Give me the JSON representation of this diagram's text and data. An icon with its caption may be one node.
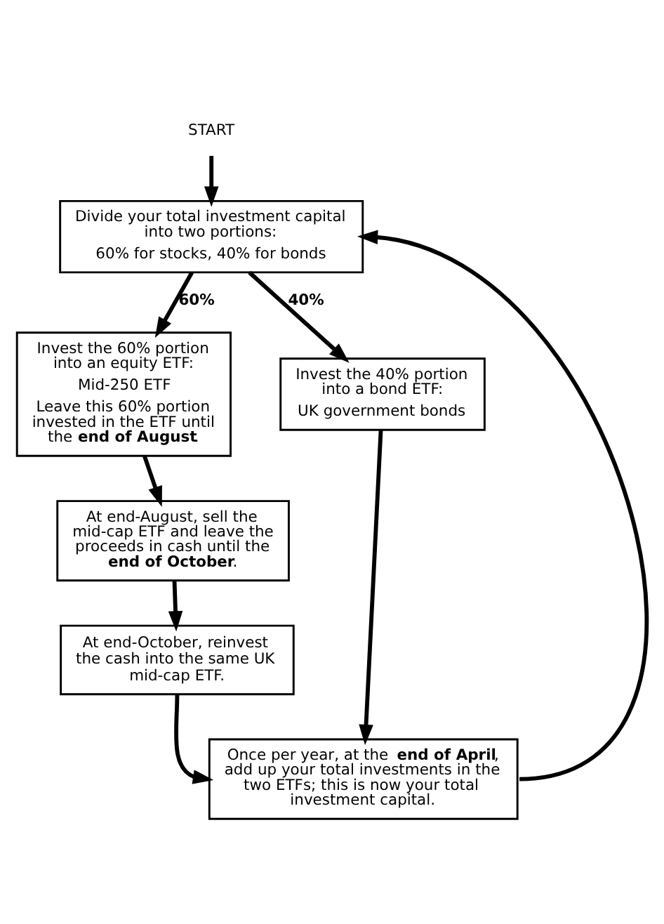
{
  "diagram": {
    "nodes": [
      {
        "text": [
          "START"
        ]
      },
      {
        "text": [
          "Divide your total investment capital into two portions:",
          "60% for stocks, 40% for bonds"
        ]
      },
      {
        "text": [
          "Invest the 60% portion into an equity ETF:",
          "Mid-250 ETF",
          "Leave this 60% portion invested in the ETF until the **end of August**."
        ]
      },
      {
        "text": [
          "Invest the 40% portion into a bond ETF:",
          "UK government bonds"
        ]
      },
      {
        "text": [
          "At end-August, sell the mid-cap ETF and leave the proceeds in cash until the **end of October**."
        ]
      },
      {
        "text": [
          "At end-October, reinvest the cash into the same UK mid-cap ETF."
        ]
      },
      {
        "text": [
          "Once per year, at the **end of April**, add up your total investments in the two ETFs; this is now your total investment capital."
        ]
      }
    ],
    "edges": [
      {
        "from": 0,
        "to": 1,
        "arrow": "to"
      },
      {
        "from": 1,
        "to": 2,
        "arrow": "to",
        "label": "60%"
      },
      {
        "from": 1,
        "to": 3,
        "arrow": "to",
        "label": "40%"
      },
      {
        "from": 2,
        "to": 4,
        "arrow": "to"
      },
      {
        "from": 4,
        "to": 5,
        "arrow": "to"
      },
      {
        "from": 5,
        "to": 6,
        "arrow": "to"
      },
      {
        "from": 3,
        "to": 6,
        "arrow": "to"
      },
      {
        "from": 6,
        "to": 1,
        "arrow": "to"
      }
    ]
  }
}
